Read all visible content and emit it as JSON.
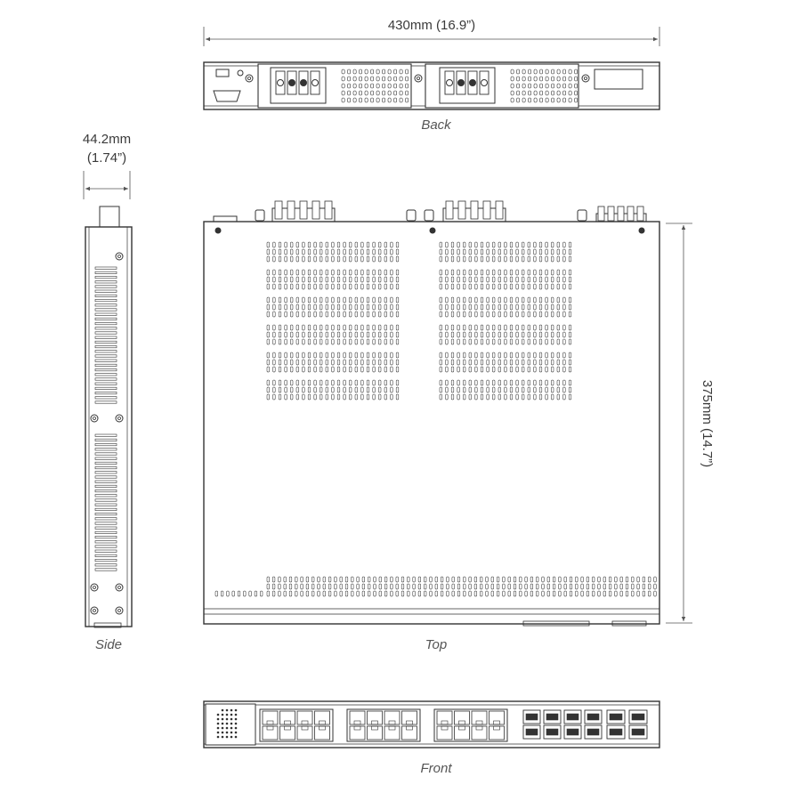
{
  "dimensions": {
    "width": "430mm (16.9”)",
    "height_mm": "44.2mm",
    "height_in": "(1.74”)",
    "depth": "375mm (14.7”)"
  },
  "views": {
    "back": "Back",
    "side": "Side",
    "top": "Top",
    "front": "Front"
  },
  "colors": {
    "line": "#333333",
    "dimension": "#555555",
    "fill": "#ffffff"
  }
}
